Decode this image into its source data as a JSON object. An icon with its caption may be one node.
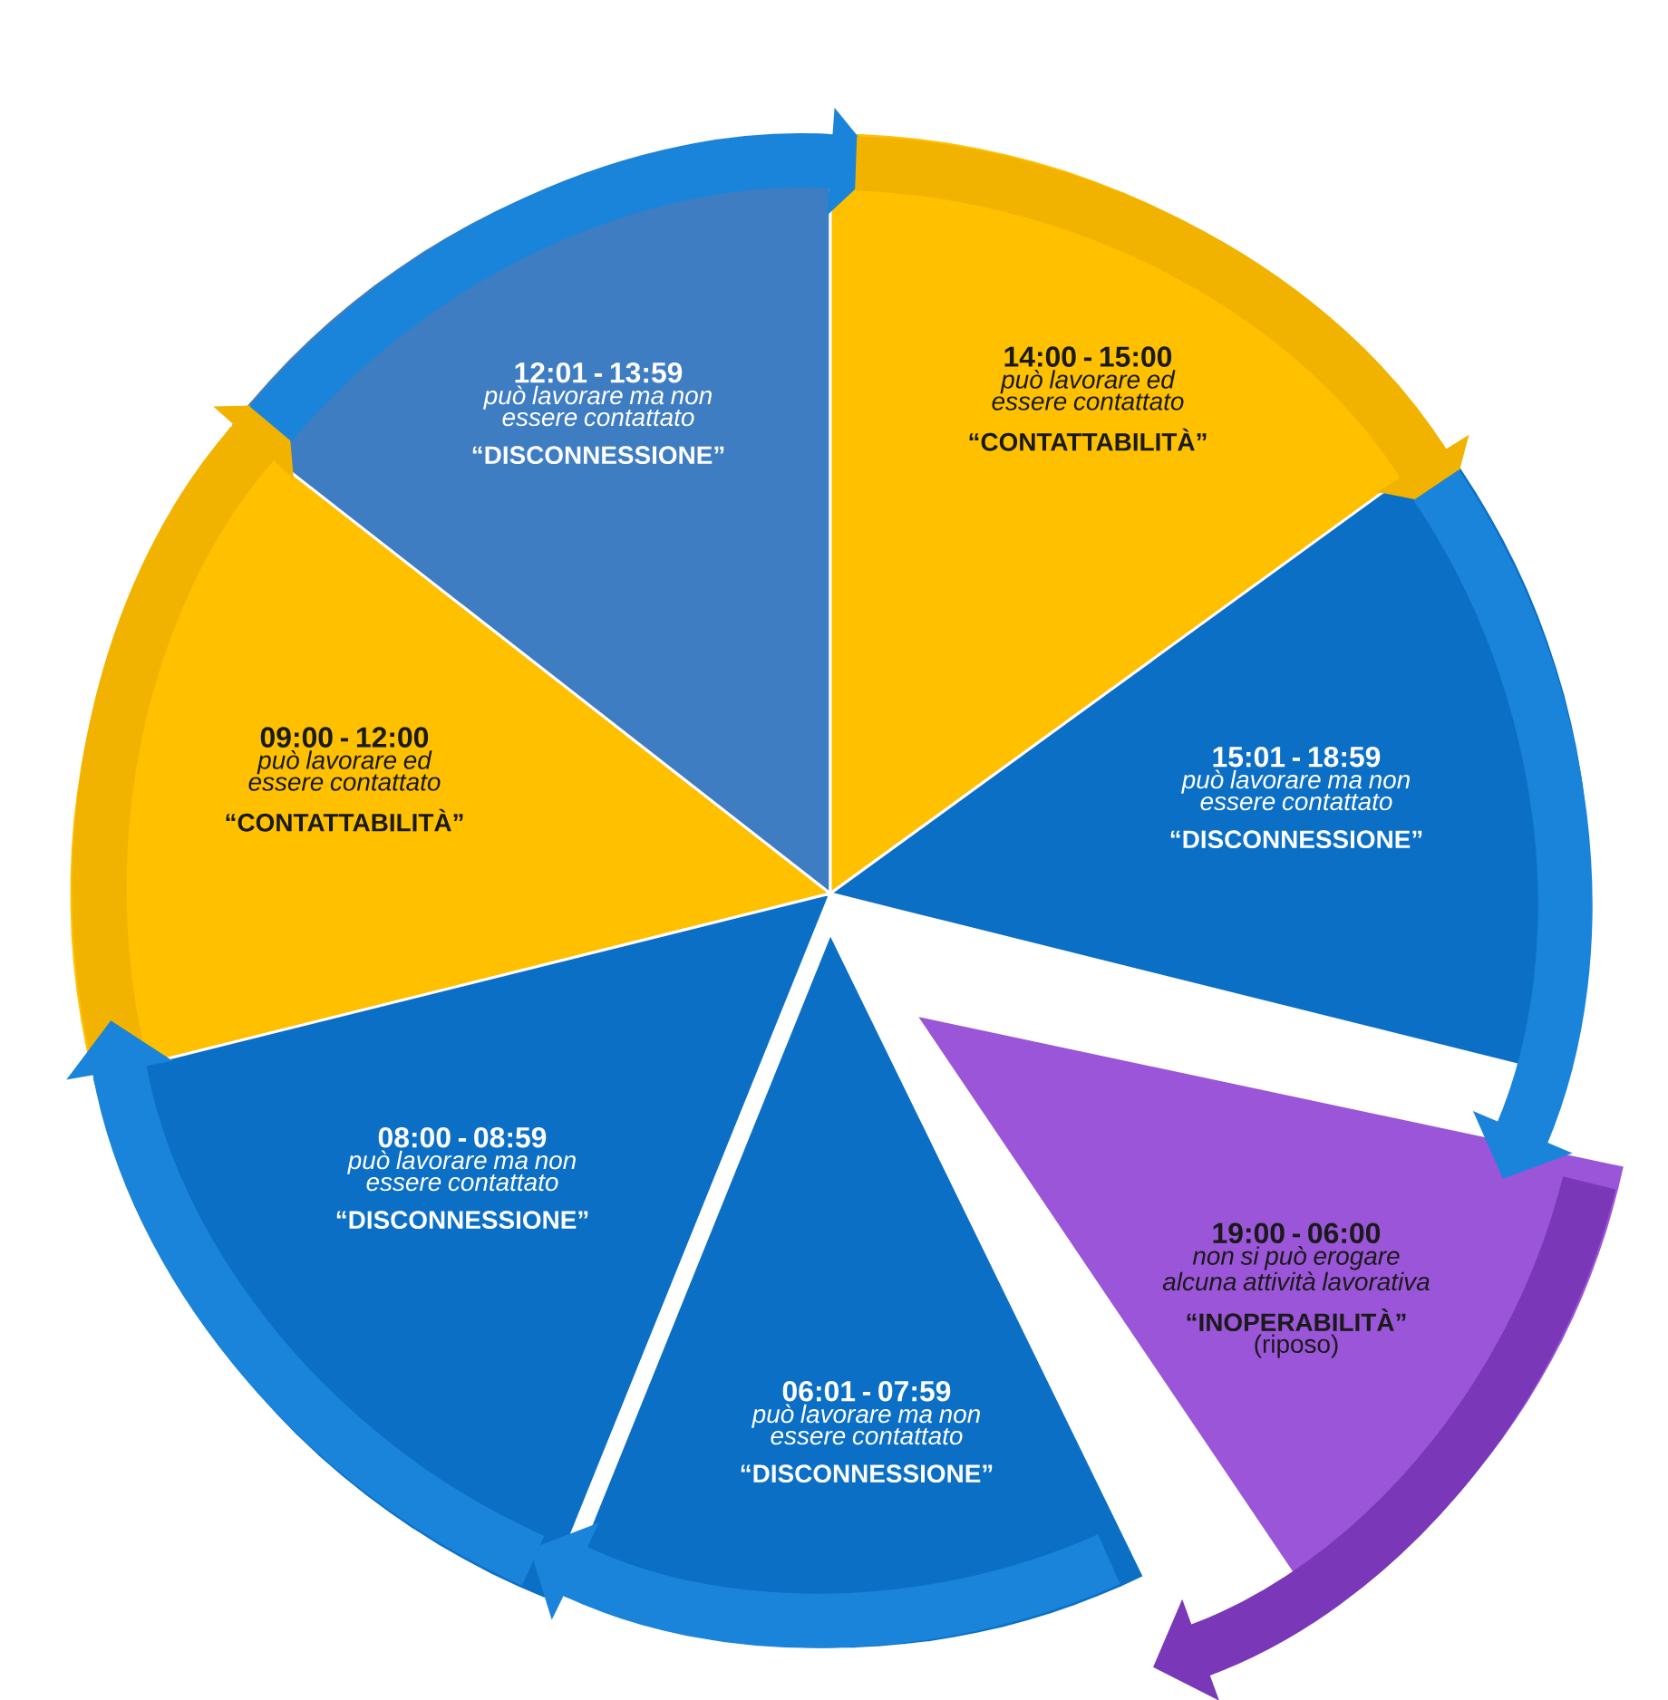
{
  "diagram": {
    "nodes": [
      {
        "text": [
          "09:00 - 12:00",
          "può lavorare ed essere contattato",
          "“CONTATTABILITÀ”"
        ]
      },
      {
        "text": [
          "12:01 - 13:59",
          "può lavorare ma non essere contattato",
          "“DISCONNESSIONE”"
        ]
      },
      {
        "text": [
          "14:00 - 15:00",
          "può lavorare ed essere contattato",
          "“CONTATTABILITÀ”"
        ]
      },
      {
        "text": [
          "15:01 - 18:59",
          "può lavorare ma non essere contattato",
          "“DISCONNESSIONE”"
        ]
      },
      {
        "text": [
          "19:00 - 06:00",
          "non si può erogare alcuna attività lavorativa",
          "“INOPERABILITÀ”",
          "(riposo)"
        ]
      },
      {
        "text": [
          "06:01 - 07:59",
          "può lavorare ma non essere contattato",
          "“DISCONNESSIONE”"
        ]
      },
      {
        "text": [
          "08:00 - 08:59",
          "può lavorare ma non essere contattato",
          "“DISCONNESSIONE”"
        ]
      }
    ],
    "edges": [
      {
        "from": 0,
        "to": 1,
        "arrow": "to",
        "color": "#f2b200"
      },
      {
        "from": 1,
        "to": 2,
        "arrow": "to"
      },
      {
        "from": 2,
        "to": 3,
        "arrow": "to",
        "color": "#f2b200"
      },
      {
        "from": 3,
        "to": 4,
        "arrow": "to"
      },
      {
        "from": 4,
        "to": 5,
        "arrow": "to",
        "color": "#7a38b8"
      },
      {
        "from": 5,
        "to": 6,
        "arrow": "to"
      },
      {
        "from": 6,
        "to": 0,
        "arrow": "to"
      }
    ]
  }
}
